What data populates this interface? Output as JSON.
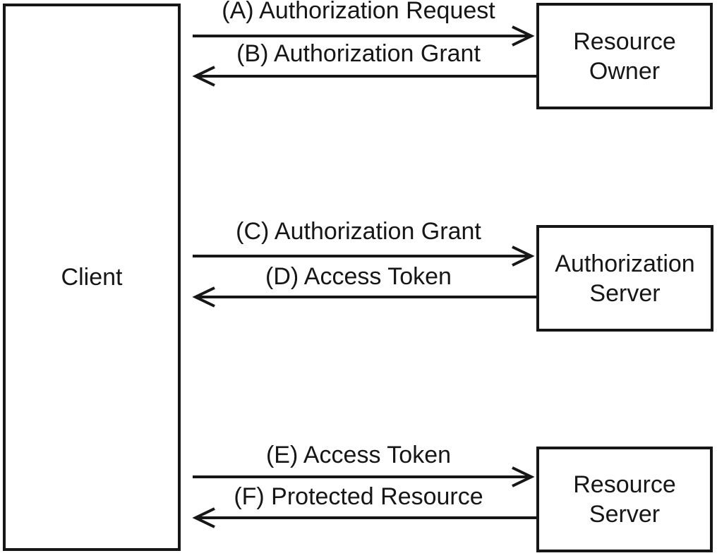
{
  "colors": {
    "ink": "#161616",
    "background": "#ffffff"
  },
  "boxes": {
    "client": {
      "label": "Client"
    },
    "resource_owner": {
      "lines": [
        "Resource",
        "Owner"
      ]
    },
    "authorization_server": {
      "lines": [
        "Authorization",
        "Server"
      ]
    },
    "resource_server": {
      "lines": [
        "Resource",
        "Server"
      ]
    }
  },
  "arrows": [
    {
      "step": "A",
      "label": "(A) Authorization Request",
      "direction": "right",
      "from": "Client",
      "to": "Resource Owner"
    },
    {
      "step": "B",
      "label": "(B) Authorization Grant",
      "direction": "left",
      "from": "Resource Owner",
      "to": "Client"
    },
    {
      "step": "C",
      "label": "(C) Authorization Grant",
      "direction": "right",
      "from": "Client",
      "to": "Authorization Server"
    },
    {
      "step": "D",
      "label": "(D) Access Token",
      "direction": "left",
      "from": "Authorization Server",
      "to": "Client"
    },
    {
      "step": "E",
      "label": "(E) Access Token",
      "direction": "right",
      "from": "Client",
      "to": "Resource Server"
    },
    {
      "step": "F",
      "label": "(F) Protected Resource",
      "direction": "left",
      "from": "Resource Server",
      "to": "Client"
    }
  ]
}
